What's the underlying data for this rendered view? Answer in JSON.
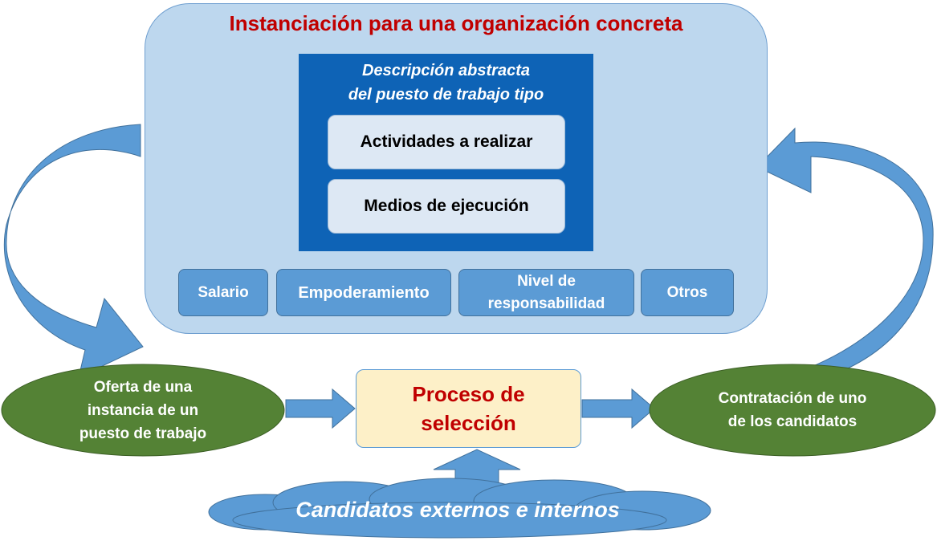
{
  "diagram": {
    "top_box": {
      "title": "Instanciación para una organización concreta",
      "abstract_box": {
        "title_line1": "Descripción abstracta",
        "title_line2": "del puesto de trabajo tipo",
        "items": [
          "Actividades a realizar",
          "Medios de ejecución"
        ]
      },
      "attributes": [
        "Salario",
        "Empoderamiento",
        "Nivel de responsabilidad",
        "Otros"
      ]
    },
    "left_node": {
      "line1": "Oferta de una",
      "line2": "instancia de un",
      "line3": "puesto de trabajo"
    },
    "center_node": {
      "line1": "Proceso de",
      "line2": "selección"
    },
    "right_node": {
      "line1": "Contratación de uno",
      "line2": "de los candidatos"
    },
    "bottom_node": {
      "label": "Candidatos externos e internos"
    },
    "colors": {
      "outer_fill": "#bdd7ee",
      "inner_fill": "#0e63b6",
      "title_red": "#c00000",
      "arrow_blue": "#5b9bd5",
      "ellipse_green": "#548235",
      "process_fill": "#fdf0c8"
    }
  }
}
